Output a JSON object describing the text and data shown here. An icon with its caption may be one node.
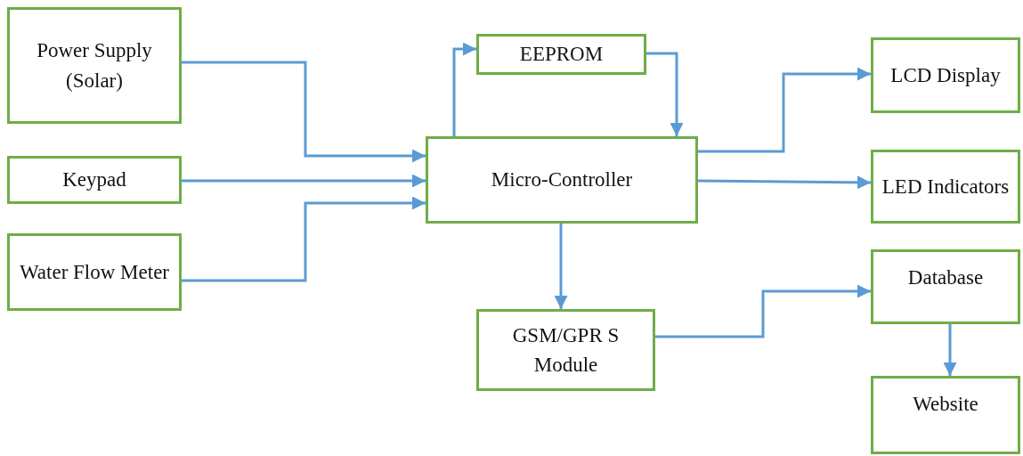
{
  "diagram": {
    "nodes": [
      {
        "text": [
          "Power Supply (Solar)"
        ]
      },
      {
        "text": [
          "Keypad"
        ]
      },
      {
        "text": [
          "Water Flow Meter"
        ]
      },
      {
        "text": [
          "EEPROM"
        ]
      },
      {
        "text": [
          "Micro-Controller"
        ]
      },
      {
        "text": [
          "LCD Display"
        ]
      },
      {
        "text": [
          "LED Indicators"
        ]
      },
      {
        "text": [
          "Database"
        ]
      },
      {
        "text": [
          "GSM/GPR S Module"
        ]
      },
      {
        "text": [
          "Website"
        ]
      }
    ],
    "edges": [
      {
        "from": 0,
        "to": 4,
        "arrow": "to"
      },
      {
        "from": 1,
        "to": 4,
        "arrow": "to"
      },
      {
        "from": 2,
        "to": 4,
        "arrow": "to"
      },
      {
        "from": 4,
        "to": 3,
        "arrow": "to"
      },
      {
        "from": 3,
        "to": 4,
        "arrow": "to"
      },
      {
        "from": 4,
        "to": 5,
        "arrow": "to"
      },
      {
        "from": 4,
        "to": 6,
        "arrow": "to"
      },
      {
        "from": 4,
        "to": 8,
        "arrow": "to"
      },
      {
        "from": 8,
        "to": 7,
        "arrow": "to"
      },
      {
        "from": 7,
        "to": 9,
        "arrow": "to"
      }
    ]
  }
}
